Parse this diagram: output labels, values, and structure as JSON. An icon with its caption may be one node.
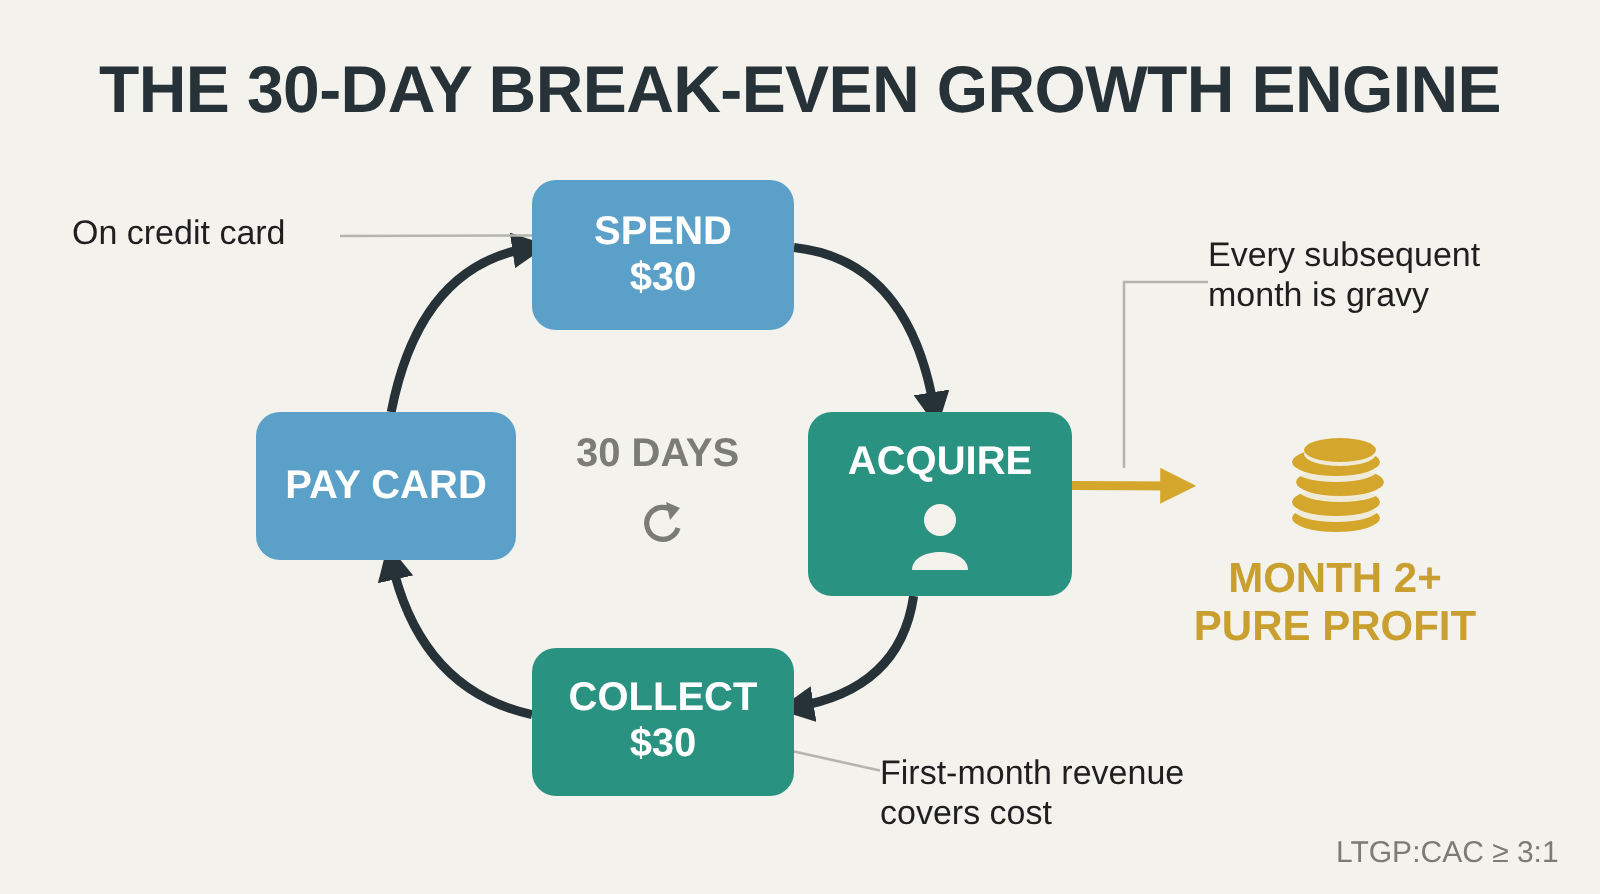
{
  "diagram": {
    "title": "THE 30-DAY BREAK-EVEN GROWTH ENGINE",
    "nodes": [
      {
        "text": [
          "SPEND $30"
        ]
      },
      {
        "text": [
          "ACQUIRE"
        ]
      },
      {
        "text": [
          "COLLECT $30"
        ]
      },
      {
        "text": [
          "PAY CARD"
        ]
      },
      {
        "text": [
          "MONTH 2+ PURE PROFIT"
        ]
      },
      {
        "text": [
          "On credit card"
        ]
      },
      {
        "text": [
          "Every subsequent month is gravy"
        ]
      },
      {
        "text": [
          "First-month revenue covers cost"
        ]
      }
    ],
    "edges": [
      {
        "from": 0,
        "to": 1,
        "arrow": "to"
      },
      {
        "from": 1,
        "to": 2,
        "arrow": "to"
      },
      {
        "from": 2,
        "to": 3,
        "arrow": "to"
      },
      {
        "from": 3,
        "to": 0,
        "arrow": "to"
      },
      {
        "from": 1,
        "to": 4,
        "arrow": "to",
        "color": "#d4a72c"
      },
      {
        "from": 5,
        "to": 0,
        "arrow": "none",
        "color": "#b5b5b0"
      },
      {
        "from": 6,
        "to": null,
        "arrow": "none",
        "color": "#b5b5b0"
      },
      {
        "from": 7,
        "to": 2,
        "arrow": "none",
        "color": "#b5b5b0"
      }
    ],
    "labels": [
      "30 DAYS",
      "LTGP:CAC ≥ 3:1"
    ]
  }
}
